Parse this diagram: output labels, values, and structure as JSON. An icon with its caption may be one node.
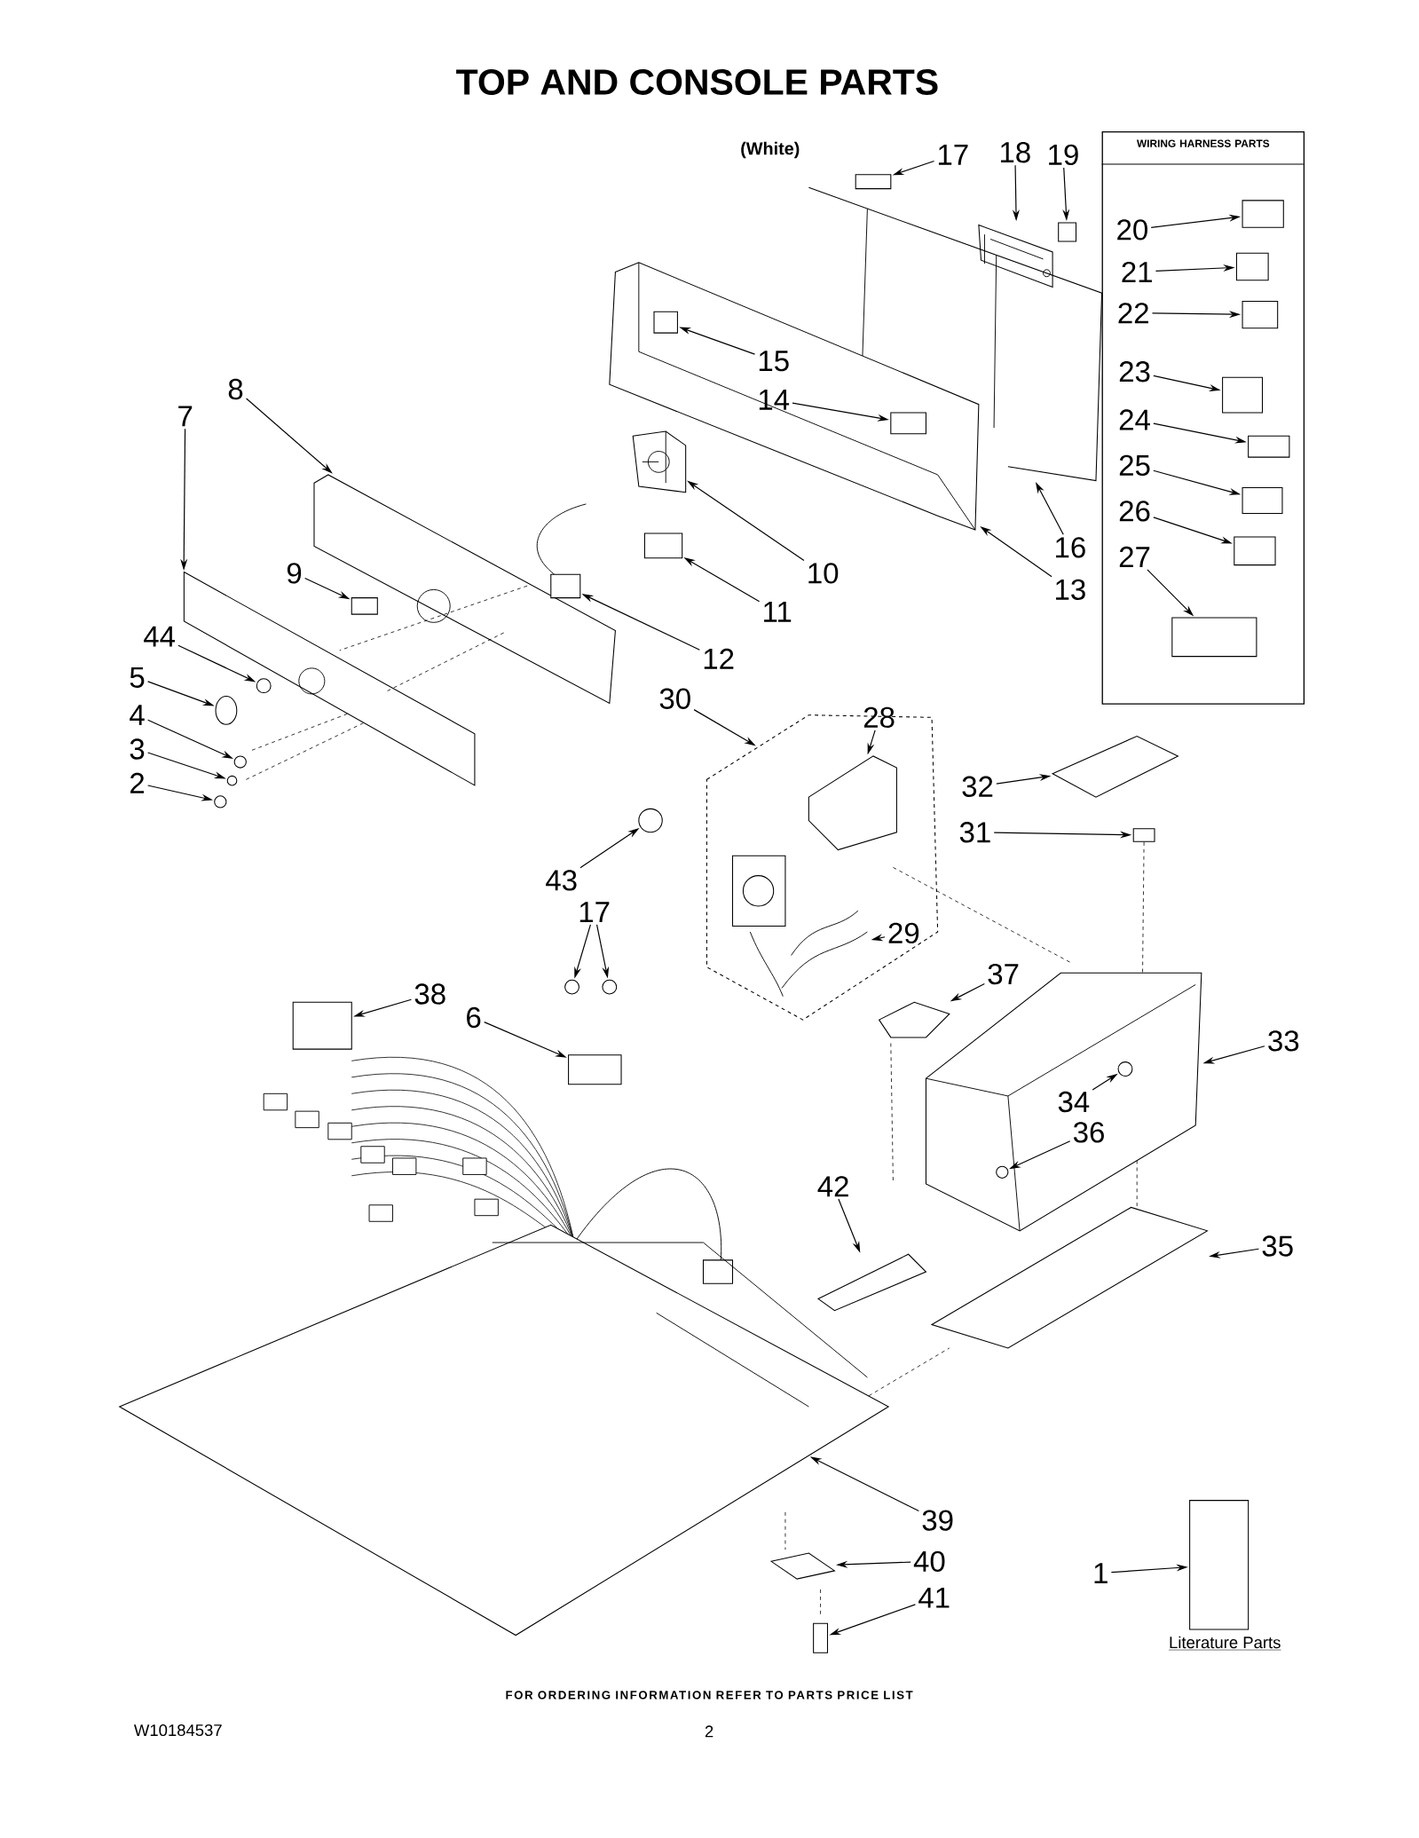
{
  "diagram": {
    "title": "TOP AND CONSOLE PARTS",
    "nodes": [
      {
        "text": [
          "WIRING HARNESS PARTS"
        ]
      },
      {
        "text": [
          "17"
        ]
      },
      {
        "text": [
          "18"
        ]
      },
      {
        "text": [
          "19"
        ]
      },
      {
        "text": [
          "20"
        ],
        "in": 0
      },
      {
        "text": [
          "21"
        ],
        "in": 0
      },
      {
        "text": [
          "22"
        ],
        "in": 0
      },
      {
        "text": [
          "23"
        ],
        "in": 0
      },
      {
        "text": [
          "24"
        ],
        "in": 0
      },
      {
        "text": [
          "25"
        ],
        "in": 0
      },
      {
        "text": [
          "26"
        ],
        "in": 0
      },
      {
        "text": [
          "27"
        ],
        "in": 0
      },
      {
        "text": [
          "8"
        ]
      },
      {
        "text": [
          "7"
        ]
      },
      {
        "text": [
          "15"
        ],
        "in": 64
      },
      {
        "text": [
          "14"
        ],
        "in": 64
      },
      {
        "text": [
          "10"
        ]
      },
      {
        "text": [
          "9"
        ]
      },
      {
        "text": [
          "16"
        ]
      },
      {
        "text": [
          "13"
        ]
      },
      {
        "text": [
          "11"
        ]
      },
      {
        "text": [
          "44"
        ]
      },
      {
        "text": [
          "12"
        ]
      },
      {
        "text": [
          "5"
        ]
      },
      {
        "text": [
          "30"
        ]
      },
      {
        "text": [
          "28"
        ]
      },
      {
        "text": [
          "4"
        ]
      },
      {
        "text": [
          "3"
        ]
      },
      {
        "text": [
          "2"
        ]
      },
      {
        "text": [
          "32"
        ]
      },
      {
        "text": [
          "31"
        ]
      },
      {
        "text": [
          "43"
        ]
      },
      {
        "text": [
          "17"
        ]
      },
      {
        "text": [
          "29"
        ],
        "in": 69
      },
      {
        "text": [
          "37"
        ]
      },
      {
        "text": [
          "38"
        ]
      },
      {
        "text": [
          "6"
        ]
      },
      {
        "text": [
          "33"
        ]
      },
      {
        "text": [
          "34"
        ],
        "in": 83
      },
      {
        "text": [
          "36"
        ],
        "in": 83
      },
      {
        "text": [
          "42"
        ]
      },
      {
        "text": [
          "35"
        ]
      },
      {
        "text": [
          "39"
        ]
      },
      {
        "text": [
          "40"
        ]
      },
      {
        "text": [
          "41"
        ]
      },
      {
        "text": [
          "1"
        ]
      },
      {
        "text": [],
        "shape": "box"
      },
      {
        "text": [],
        "shape": "picture",
        "in": 63
      },
      {
        "text": [],
        "shape": "box",
        "in": 63
      },
      {
        "text": [],
        "shape": "box",
        "in": 0
      },
      {
        "text": [],
        "shape": "box",
        "in": 0
      },
      {
        "text": [],
        "shape": "box",
        "in": 0
      },
      {
        "text": [],
        "shape": "box",
        "in": 0
      },
      {
        "text": [],
        "shape": "box",
        "in": 0
      },
      {
        "text": [],
        "shape": "box",
        "in": 0
      },
      {
        "text": [],
        "shape": "box",
        "in": 0
      },
      {
        "text": [],
        "shape": "box",
        "in": 0
      },
      {
        "text": [],
        "shape": "picture"
      },
      {
        "text": [],
        "shape": "picture"
      },
      {
        "text": [],
        "shape": "box",
        "in": 64
      },
      {
        "text": [],
        "shape": "box"
      },
      {
        "text": [],
        "shape": "picture",
        "in": 64
      },
      {
        "text": [],
        "shape": "box",
        "in": 57
      },
      {
        "text": [],
        "shape": "picture"
      },
      {
        "text": [],
        "shape": "picture"
      },
      {
        "text": [],
        "shape": "box"
      },
      {
        "text": [],
        "shape": "circle",
        "in": 58
      },
      {
        "text": [],
        "shape": "box",
        "in": 57
      },
      {
        "text": [],
        "shape": "circle",
        "in": 58
      },
      {
        "text": [],
        "shape": "picture"
      },
      {
        "text": [],
        "shape": "picture",
        "in": 69
      },
      {
        "text": [],
        "shape": "circle",
        "in": 58
      },
      {
        "text": [],
        "shape": "circle",
        "in": 58
      },
      {
        "text": [],
        "shape": "circle"
      },
      {
        "text": [],
        "shape": "picture"
      },
      {
        "text": [],
        "shape": "box"
      },
      {
        "text": [],
        "shape": "circle"
      },
      {
        "text": [],
        "shape": "circle"
      },
      {
        "text": [],
        "shape": "circle"
      },
      {
        "text": [],
        "shape": "picture",
        "in": 69
      },
      {
        "text": [],
        "shape": "picture"
      },
      {
        "text": [],
        "shape": "box"
      },
      {
        "text": [],
        "shape": "box"
      },
      {
        "text": [],
        "shape": "picture"
      },
      {
        "text": [],
        "shape": "circle",
        "in": 83
      },
      {
        "text": [],
        "shape": "circle",
        "in": 83
      },
      {
        "text": [],
        "shape": "picture"
      },
      {
        "text": [],
        "shape": "picture"
      },
      {
        "text": [],
        "shape": "picture"
      },
      {
        "text": [],
        "shape": "picture",
        "in": 88
      },
      {
        "text": [],
        "shape": "box"
      },
      {
        "text": [],
        "shape": "box",
        "beside": [
          "Literature Parts"
        ]
      }
    ],
    "edges": [
      {
        "from": 1,
        "to": 46,
        "arrow": "to"
      },
      {
        "from": 2,
        "to": 47,
        "arrow": "to"
      },
      {
        "from": 3,
        "to": 48,
        "arrow": "to"
      },
      {
        "from": 4,
        "to": 49,
        "arrow": "to"
      },
      {
        "from": 5,
        "to": 50,
        "arrow": "to"
      },
      {
        "from": 6,
        "to": 51,
        "arrow": "to"
      },
      {
        "from": 7,
        "to": 52,
        "arrow": "to"
      },
      {
        "from": 8,
        "to": 53,
        "arrow": "to"
      },
      {
        "from": 9,
        "to": 54,
        "arrow": "to"
      },
      {
        "from": 10,
        "to": 55,
        "arrow": "to"
      },
      {
        "from": 11,
        "to": 56,
        "arrow": "to"
      },
      {
        "from": 12,
        "to": 57,
        "arrow": "to"
      },
      {
        "from": 13,
        "to": 58,
        "arrow": "to"
      },
      {
        "from": 14,
        "to": 59,
        "arrow": "to"
      },
      {
        "from": 15,
        "to": 60,
        "arrow": "to"
      },
      {
        "from": 16,
        "to": 61,
        "arrow": "to"
      },
      {
        "from": 17,
        "to": 62,
        "arrow": "to"
      },
      {
        "from": 18,
        "to": 63,
        "arrow": "to"
      },
      {
        "from": 19,
        "to": 64,
        "arrow": "to"
      },
      {
        "from": 20,
        "to": 65,
        "arrow": "to"
      },
      {
        "from": 21,
        "to": 66,
        "arrow": "to"
      },
      {
        "from": 22,
        "to": 67,
        "arrow": "to"
      },
      {
        "from": 23,
        "to": 68,
        "arrow": "to"
      },
      {
        "from": 24,
        "to": 69,
        "arrow": "to"
      },
      {
        "from": 25,
        "to": 70,
        "arrow": "to"
      },
      {
        "from": 26,
        "to": 71,
        "arrow": "to"
      },
      {
        "from": 27,
        "to": 72,
        "arrow": "to"
      },
      {
        "from": 28,
        "to": 73,
        "arrow": "to"
      },
      {
        "from": 29,
        "to": 74,
        "arrow": "to"
      },
      {
        "from": 30,
        "to": 75,
        "arrow": "to"
      },
      {
        "from": 31,
        "to": 76,
        "arrow": "to"
      },
      {
        "from": 32,
        "to": 77,
        "arrow": "to"
      },
      {
        "from": 32,
        "to": 78,
        "arrow": "to"
      },
      {
        "from": 33,
        "to": 79,
        "arrow": "to"
      },
      {
        "from": 34,
        "to": 80,
        "arrow": "to"
      },
      {
        "from": 35,
        "to": 81,
        "arrow": "to"
      },
      {
        "from": 36,
        "to": 82,
        "arrow": "to"
      },
      {
        "from": 37,
        "to": 83,
        "arrow": "to"
      },
      {
        "from": 38,
        "to": 84,
        "arrow": "to"
      },
      {
        "from": 39,
        "to": 85,
        "arrow": "to"
      },
      {
        "from": 40,
        "to": 86,
        "arrow": "to"
      },
      {
        "from": 41,
        "to": 87,
        "arrow": "to"
      },
      {
        "from": 42,
        "to": 88,
        "arrow": "to"
      },
      {
        "from": 43,
        "to": 89,
        "arrow": "to"
      },
      {
        "from": 44,
        "to": 90,
        "arrow": "to"
      },
      {
        "from": 45,
        "to": 91,
        "arrow": "to"
      },
      {
        "from": 57,
        "to": 58,
        "arrow": "none",
        "style": "dashed"
      },
      {
        "from": 57,
        "to": 58,
        "arrow": "none",
        "style": "dashed"
      },
      {
        "from": 75,
        "to": 83,
        "arrow": "none",
        "style": "dashed"
      }
    ],
    "labels": [
      "(White)",
      "FOR ORDERING INFORMATION REFER TO PARTS PRICE LIST",
      "W10184537",
      "2"
    ]
  }
}
